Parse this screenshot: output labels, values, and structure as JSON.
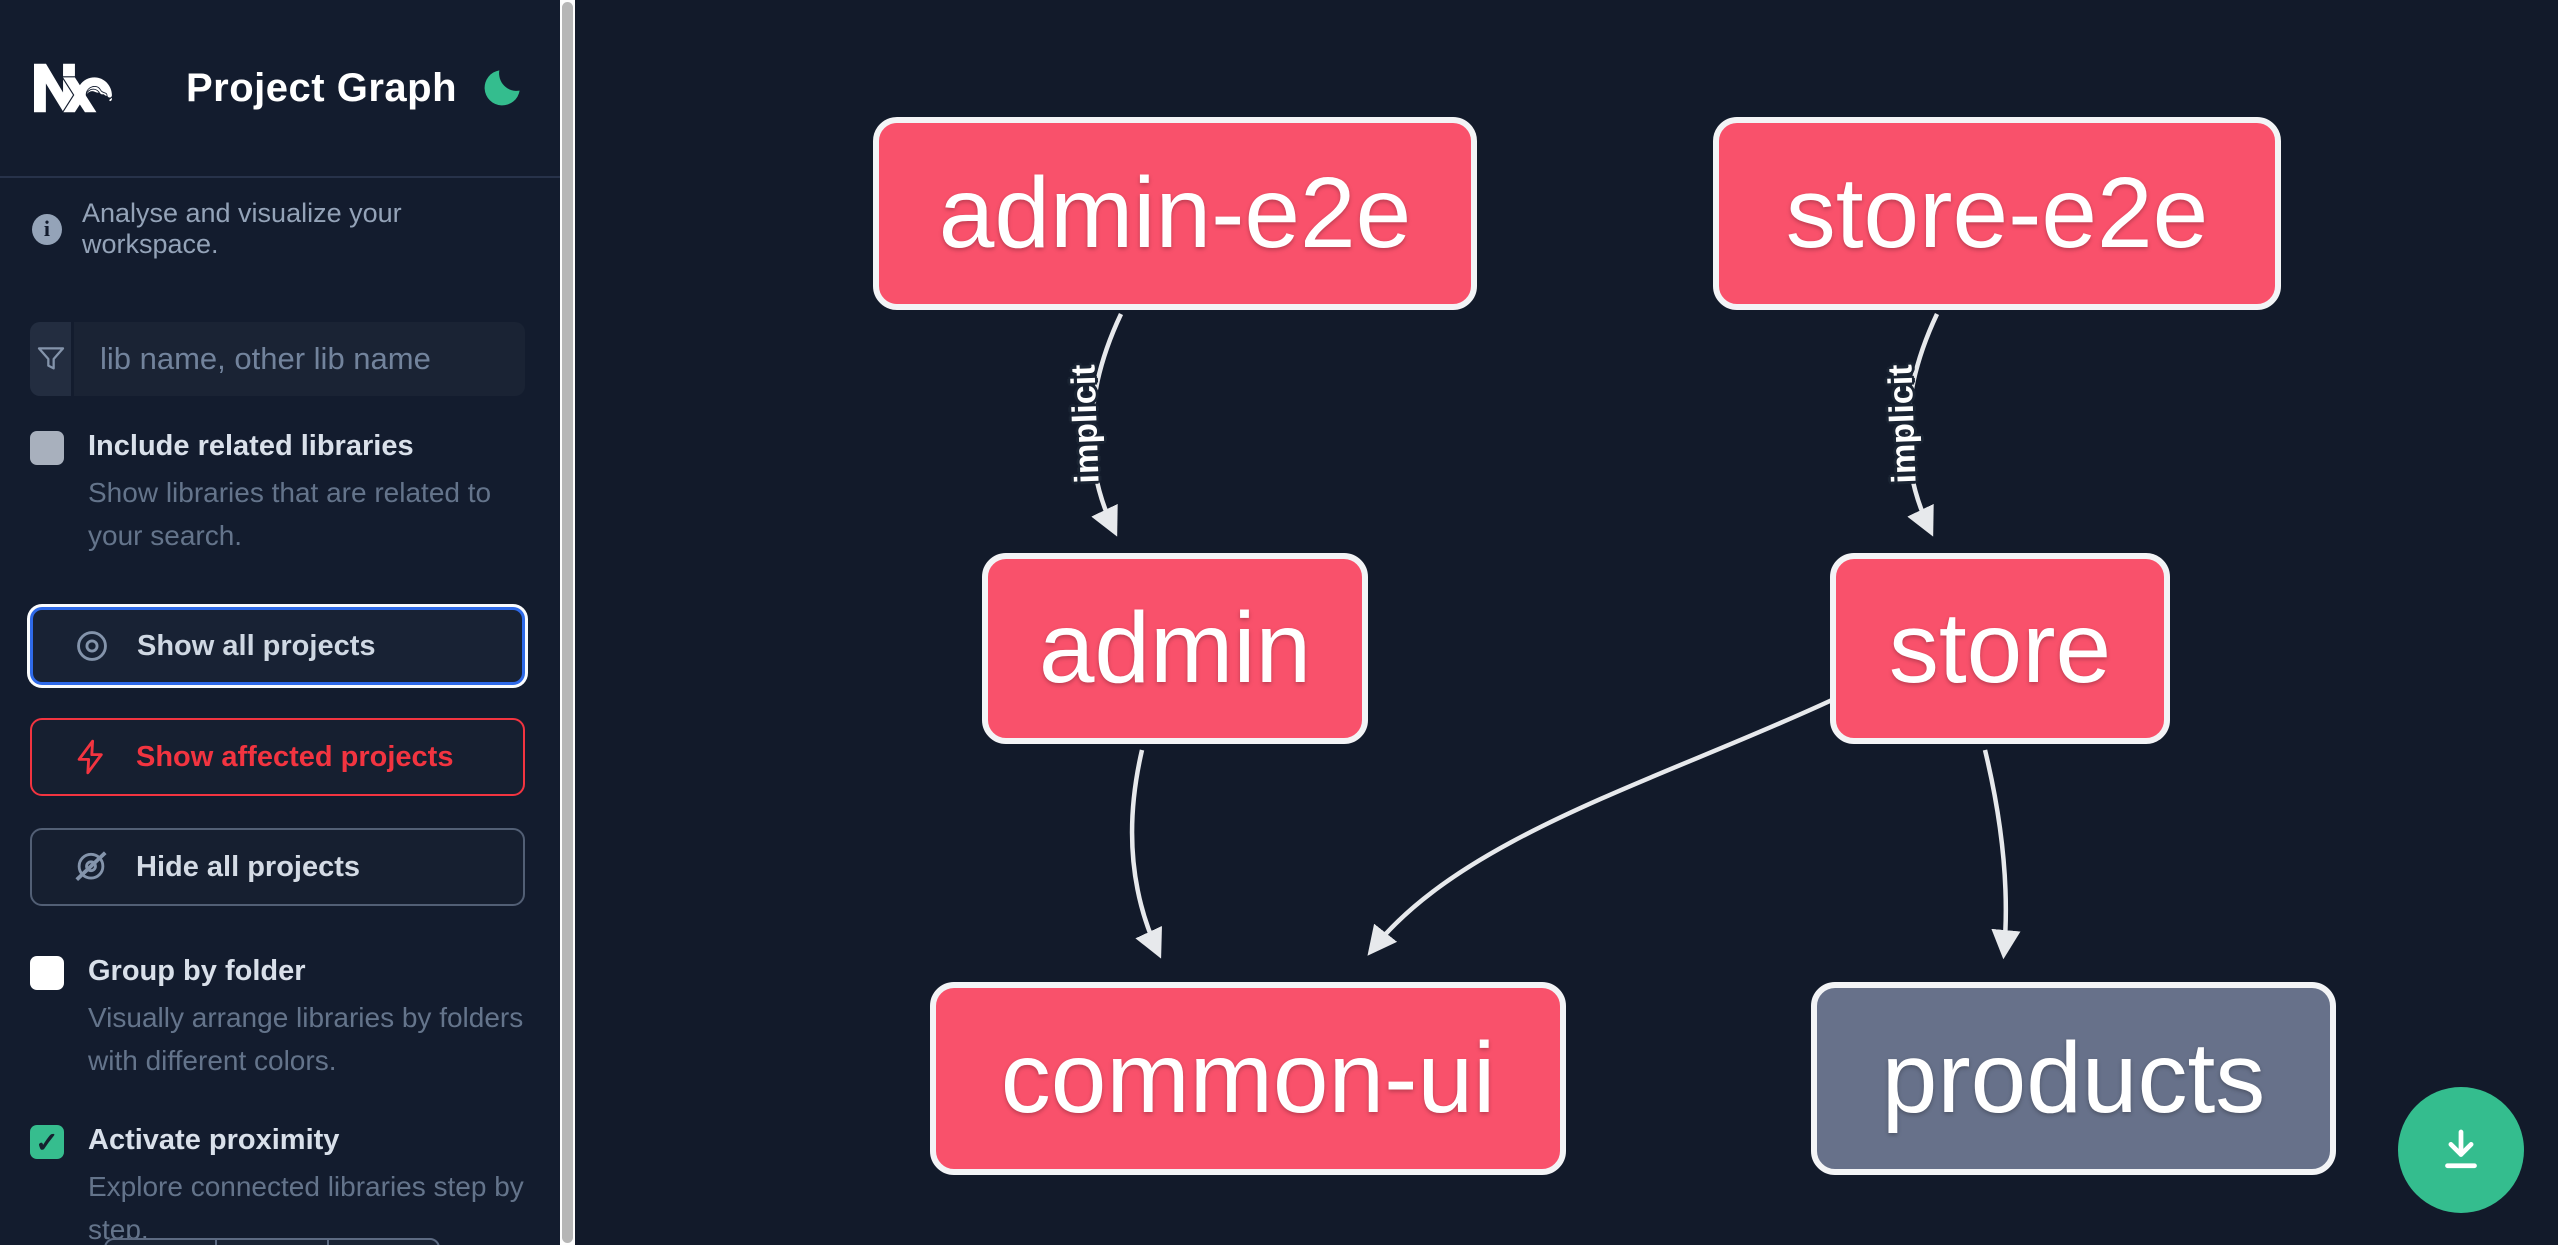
{
  "header": {
    "title": "Project Graph",
    "logo": "nx-logo",
    "theme_toggle_icon": "moon-icon",
    "accent_green": "#34bd8e"
  },
  "sidebar": {
    "info_text": "Analyse and visualize your workspace.",
    "search": {
      "placeholder": "lib name, other lib name",
      "value": ""
    },
    "buttons": [
      {
        "label": "Show all projects",
        "icon": "eye-icon",
        "state": "focused",
        "accent": "#2f6ae8"
      },
      {
        "label": "Show affected projects",
        "icon": "lightning-bolt-icon",
        "accent": "#f23440"
      },
      {
        "label": "Hide all projects",
        "icon": "eye-off-icon",
        "accent": "#525f75"
      }
    ],
    "checkboxes": [
      {
        "label": "Include related libraries",
        "description": "Show libraries that are related to your search.",
        "checked": false
      },
      {
        "label": "Group by folder",
        "description": "Visually arrange libraries by folders with different colors.",
        "checked": false
      },
      {
        "label": "Activate proximity",
        "description": "Explore connected libraries step by step.",
        "checked": true
      }
    ]
  },
  "graph": {
    "nodes": [
      {
        "label": "admin-e2e",
        "type": "affected"
      },
      {
        "label": "store-e2e",
        "type": "affected"
      },
      {
        "label": "admin",
        "type": "affected"
      },
      {
        "label": "store",
        "type": "affected"
      },
      {
        "label": "common-ui",
        "type": "affected"
      },
      {
        "label": "products",
        "type": "unaffected"
      }
    ],
    "edges": [
      {
        "from": "admin-e2e",
        "to": "admin",
        "label": "implicit"
      },
      {
        "from": "store-e2e",
        "to": "store",
        "label": "implicit"
      },
      {
        "from": "admin",
        "to": "common-ui",
        "label": ""
      },
      {
        "from": "store",
        "to": "common-ui",
        "label": ""
      },
      {
        "from": "store",
        "to": "products",
        "label": ""
      }
    ],
    "node_affected_color": "#f9516b",
    "node_unaffected_color": "#67718a",
    "edge_color": "#e7e9ec"
  },
  "fab": {
    "icon": "download-icon",
    "color": "#34bd8e"
  }
}
